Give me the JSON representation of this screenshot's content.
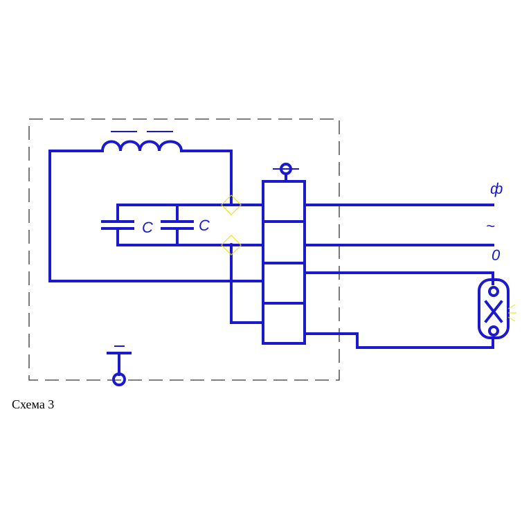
{
  "diagram": {
    "capacitor_label_1": "C",
    "capacitor_label_2": "C",
    "terminal_phase_label": "ф",
    "terminal_ac_label": "~",
    "terminal_zero_label": "0"
  },
  "caption": "Схема 3",
  "colors": {
    "wire": "#1a1acc",
    "enclosure": "#333333",
    "highlight": "#e8e000"
  }
}
